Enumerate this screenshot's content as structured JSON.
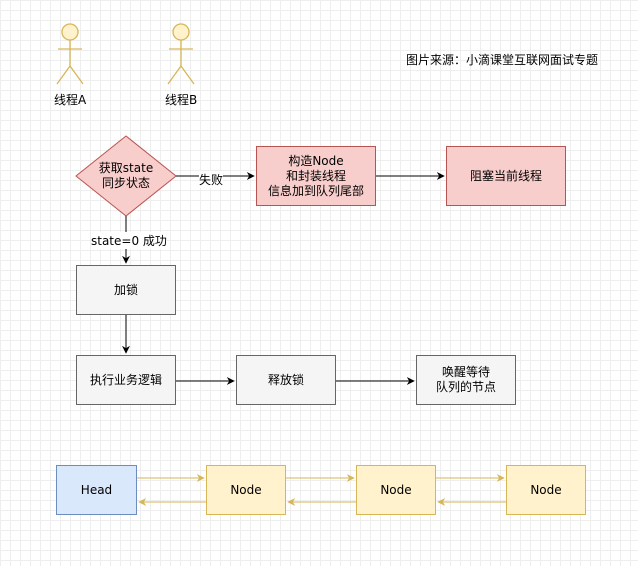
{
  "source_note": "图片来源：小滴课堂互联网面试专题",
  "actors": [
    {
      "label": "线程A"
    },
    {
      "label": "线程B"
    }
  ],
  "decision": {
    "label": "获取state\n同步状态"
  },
  "edges": {
    "fail": "失败",
    "success": "state=0 成功"
  },
  "boxes": {
    "construct": "构造Node\n和封装线程\n信息加到队列尾部",
    "block": "阻塞当前线程",
    "lock": "加锁",
    "execute": "执行业务逻辑",
    "release": "释放锁",
    "wake": "唤醒等待\n队列的节点"
  },
  "queue": {
    "head": "Head",
    "nodes": [
      "Node",
      "Node",
      "Node"
    ]
  },
  "colors": {
    "pink_fill": "#f8cecc",
    "pink_stroke": "#b85450",
    "gray_fill": "#f5f5f5",
    "gray_stroke": "#666666",
    "blue_fill": "#dae8fc",
    "blue_stroke": "#6c8ebf",
    "yellow_fill": "#fff2cc",
    "yellow_stroke": "#d6b656",
    "actor_fill": "#fff2cc",
    "actor_stroke": "#d6b656"
  }
}
